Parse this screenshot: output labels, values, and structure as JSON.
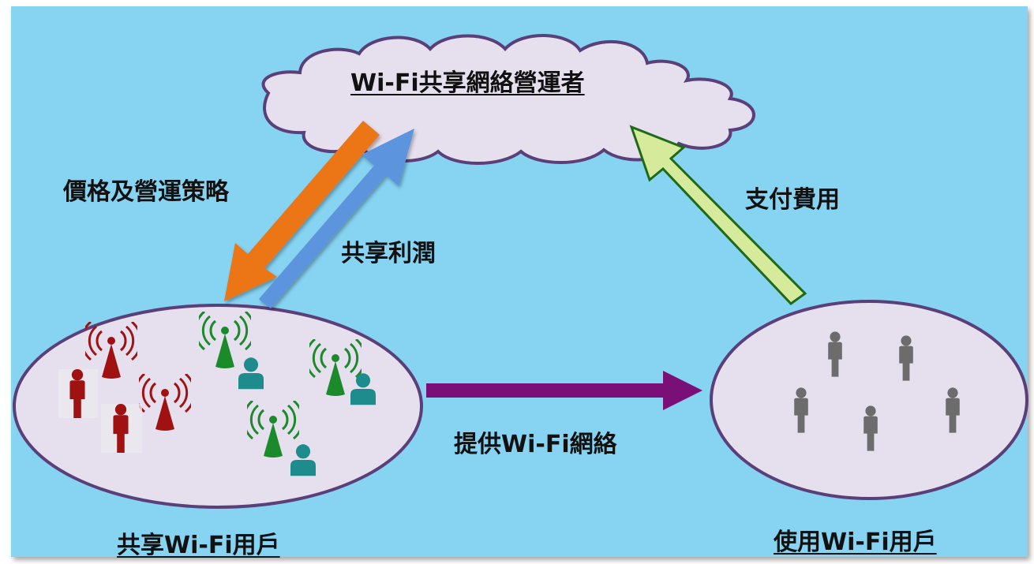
{
  "operator": {
    "title": "Wi-Fi共享網絡營運者"
  },
  "flows": {
    "pricing_strategy": "價格及營運策略",
    "profit_sharing": "共享利潤",
    "payment": "支付費用",
    "provide_wifi": "提供Wi-Fi網絡"
  },
  "groups": {
    "sharing_users": "共享Wi-Fi用戶",
    "using_users": "使用Wi-Fi用戶"
  },
  "colors": {
    "background": "#86d3f2",
    "cloud_fill": "#e6e0ee",
    "ellipse_stroke": "#5a3f79",
    "pricing_arrow": "#ec7418",
    "profit_arrow": "#5b95de",
    "payment_arrow": "#d6ea9c",
    "provide_arrow": "#7a0f78",
    "maroon_user": "#a01212",
    "green_tower": "#1a8a2a",
    "teal_user": "#1e8c8c",
    "gray_user": "#6c6c6c"
  }
}
